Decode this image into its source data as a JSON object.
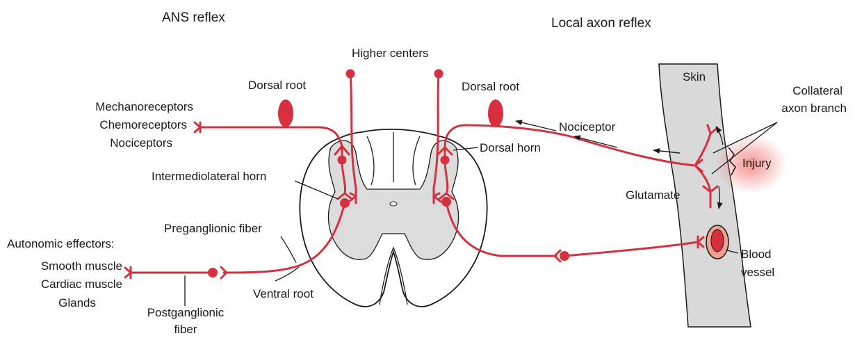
{
  "headers": {
    "ans_reflex": "ANS reflex",
    "local_axon_reflex": "Local axon reflex"
  },
  "labels": {
    "higher_centers": "Higher centers",
    "dorsal_root_left": "Dorsal root",
    "dorsal_root_right": "Dorsal root",
    "mechanoreceptors": "Mechanoreceptors",
    "chemoreceptors": "Chemoreceptors",
    "nociceptors": "Nociceptors",
    "intermediolateral_horn": "Intermediolateral horn",
    "preganglionic_fiber": "Preganglionic fiber",
    "autonomic_effectors": "Autonomic effectors:",
    "smooth_muscle": "Smooth muscle",
    "cardiac_muscle": "Cardiac muscle",
    "glands": "Glands",
    "postganglionic_line1": "Postganglionic",
    "postganglionic_line2": "fiber",
    "ventral_root": "Ventral root",
    "dorsal_horn": "Dorsal horn",
    "nociceptor": "Nociceptor",
    "skin": "Skin",
    "collateral_line1": "Collateral",
    "collateral_line2": "axon branch",
    "injury": "Injury",
    "glutamate": "Glutamate",
    "blood_line1": "Blood",
    "blood_line2": "vessel"
  },
  "colors": {
    "nerve": "#d6303e",
    "gray_matter": "#dcdcdc",
    "skin": "#d9d9d9",
    "injury": "#f08080",
    "vessel": "#e8624f"
  }
}
